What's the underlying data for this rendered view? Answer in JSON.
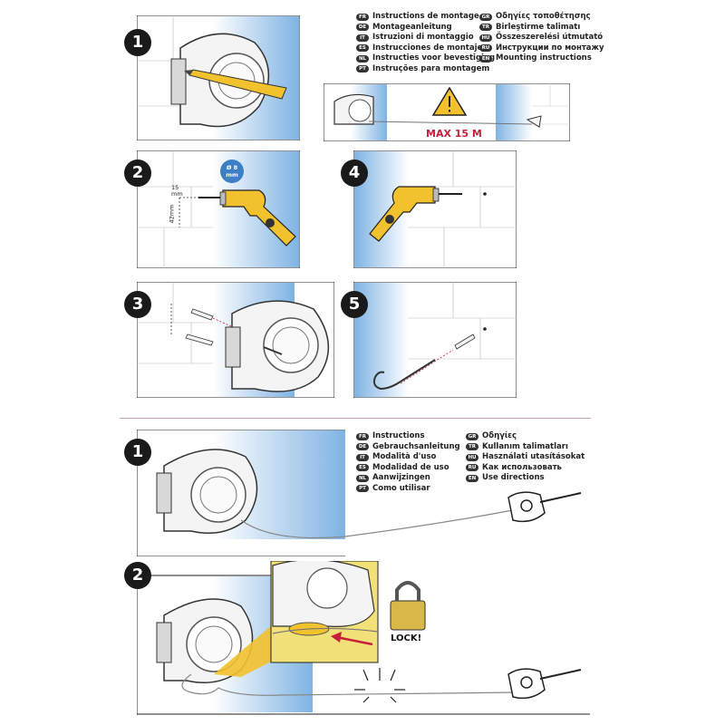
{
  "mounting": {
    "languages": [
      {
        "code": "FR",
        "label": "Instructions de montage"
      },
      {
        "code": "DE",
        "label": "Montageanleitung"
      },
      {
        "code": "IT",
        "label": "Istruzioni di montaggio"
      },
      {
        "code": "ES",
        "label": "Instrucciones de montaje"
      },
      {
        "code": "NL",
        "label": "Instructies voor bevestiging"
      },
      {
        "code": "PT",
        "label": "Instruções para montagem"
      },
      {
        "code": "GR",
        "label": "Οδηγίες τοποθέτησης"
      },
      {
        "code": "TR",
        "label": "Birleştirme talimatı"
      },
      {
        "code": "HU",
        "label": "Összeszerelési útmutató"
      },
      {
        "code": "RU",
        "label": "Инструкции по монтажу"
      },
      {
        "code": "EN",
        "label": "Mounting instructions"
      }
    ],
    "warning_text": "MAX 15 M",
    "steps": [
      "1",
      "2",
      "3",
      "4",
      "5"
    ],
    "drill_size": "Ø 8 mm",
    "dim_top": "15 mm",
    "dim_side": "42mm"
  },
  "usage": {
    "languages": [
      {
        "code": "FR",
        "label": "Instructions"
      },
      {
        "code": "DE",
        "label": "Gebrauchsanleitung"
      },
      {
        "code": "IT",
        "label": "Modalità d'uso"
      },
      {
        "code": "ES",
        "label": "Modalidad de uso"
      },
      {
        "code": "NL",
        "label": "Aanwijzingen"
      },
      {
        "code": "PT",
        "label": "Como utilisar"
      },
      {
        "code": "GR",
        "label": "Οδηγίες"
      },
      {
        "code": "TR",
        "label": "Kullanım talimatları"
      },
      {
        "code": "HU",
        "label": "Használati utasításokat"
      },
      {
        "code": "RU",
        "label": "Как использовать"
      },
      {
        "code": "EN",
        "label": "Use directions"
      }
    ],
    "steps": [
      "1",
      "2"
    ],
    "lock_text": "LOCK!"
  },
  "colors": {
    "wall_blue": "#7fb3e3",
    "drill_yellow": "#f2c12e",
    "warning_red": "#c81e3a",
    "lock_gold": "#d9b84a"
  }
}
